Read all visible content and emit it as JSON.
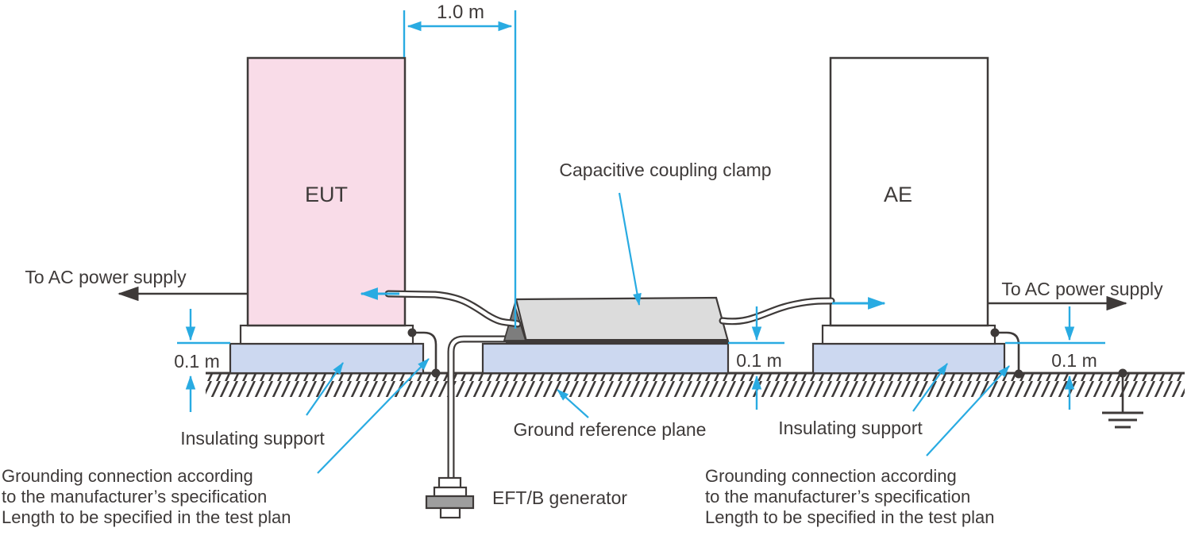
{
  "diagram": {
    "type": "EFT/B burst immunity test setup diagram"
  },
  "colors": {
    "line_dark": "#3E3A39",
    "accent_cyan": "#29ABE2",
    "eut_fill": "#F9DCE8",
    "support_fill": "#CCD8F0",
    "clamp_fill": "#DCDCDC",
    "clamp_wedge_fill": "#7D7D7D",
    "generator_fill": "#9E9E9E"
  },
  "equipment": {
    "eut_label": "EUT",
    "ae_label": "AE",
    "clamp_label": "Capacitive coupling clamp",
    "generator_label": "EFT/B generator",
    "ground_plane_label": "Ground reference plane",
    "insulating_support_left_label": "Insulating support",
    "insulating_support_right_label": "Insulating support"
  },
  "connections": {
    "ac_left": "To AC power supply",
    "ac_right": "To AC power supply",
    "grounding_note_left": {
      "line1": "Grounding connection according",
      "line2": "to the manufacturer’s specification",
      "line3": "Length to be specified in the test plan"
    },
    "grounding_note_right": {
      "line1": "Grounding connection according",
      "line2": "to the manufacturer’s specification",
      "line3": "Length to be specified in the test plan"
    }
  },
  "dimensions": {
    "eut_clamp_distance": "1.0 m",
    "support_height_left": "0.1 m",
    "support_height_middle": "0.1 m",
    "support_height_right": "0.1 m"
  }
}
